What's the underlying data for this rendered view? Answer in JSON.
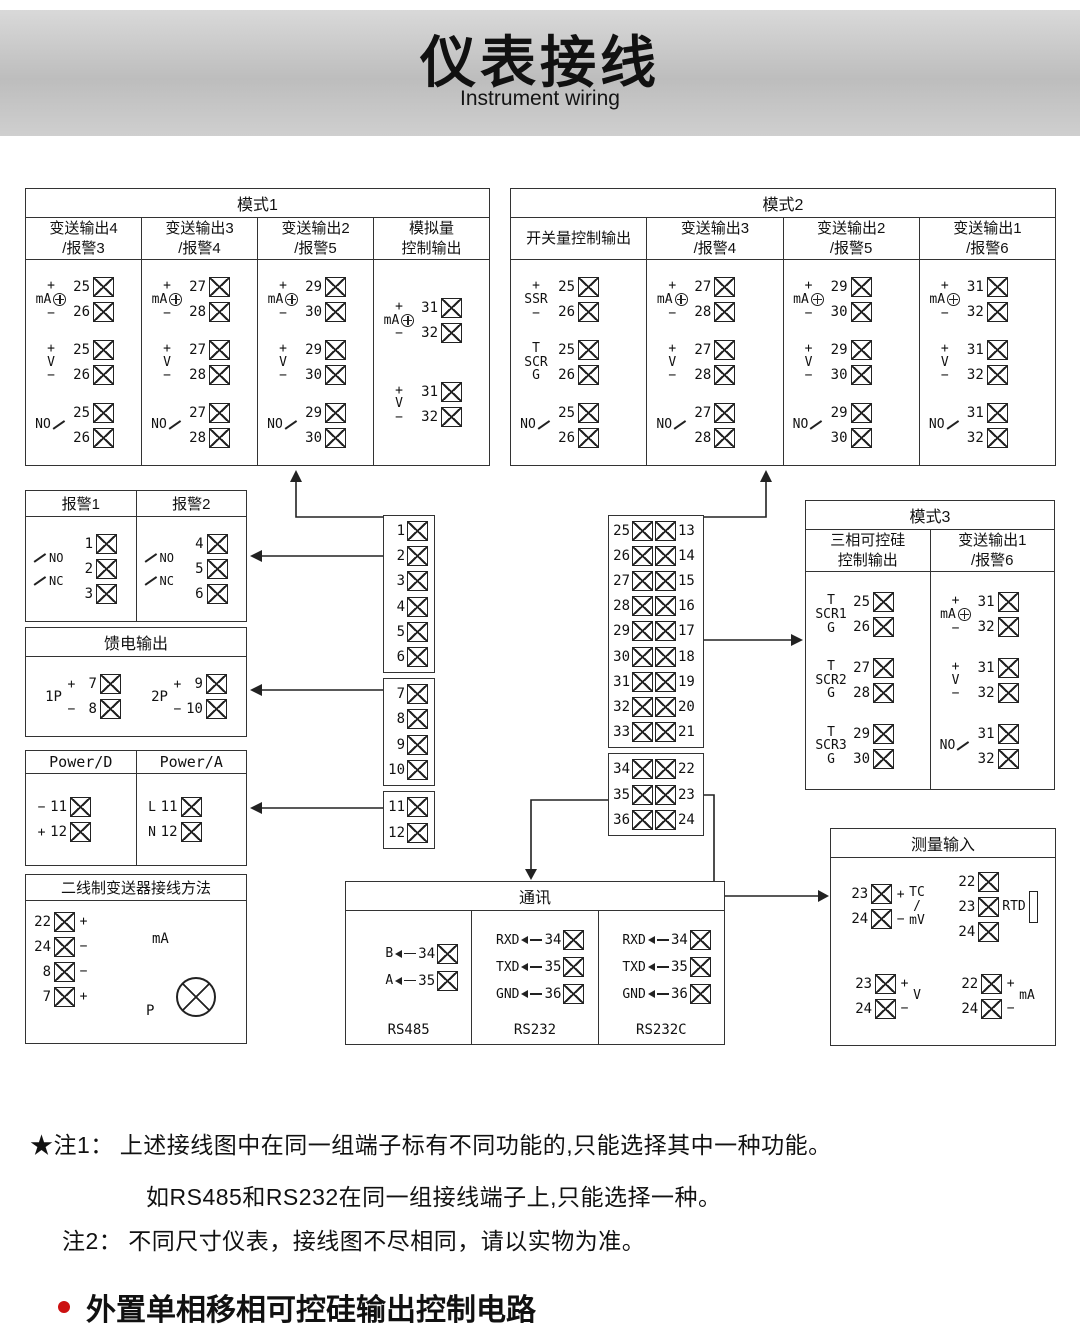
{
  "colors": {
    "bullet": "#cc1111",
    "line": "#222222",
    "header_band": "#bdbdbd"
  },
  "header": {
    "title": "仪表接线",
    "subtitle": "Instrument wiring"
  },
  "mode1": {
    "title": "模式1",
    "columns": [
      {
        "header": [
          "变送输出4",
          "/报警3"
        ],
        "groups": [
          {
            "kind": "source",
            "label": "mA",
            "top": "+",
            "bottom": "−",
            "terms": [
              25,
              26
            ]
          },
          {
            "kind": "volt",
            "label": "V",
            "top": "+",
            "bottom": "−",
            "terms": [
              25,
              26
            ]
          },
          {
            "kind": "relay",
            "label": "NO",
            "terms": [
              25,
              26
            ]
          }
        ]
      },
      {
        "header": [
          "变送输出3",
          "/报警4"
        ],
        "groups": [
          {
            "kind": "source",
            "label": "mA",
            "top": "+",
            "bottom": "−",
            "terms": [
              27,
              28
            ]
          },
          {
            "kind": "volt",
            "label": "V",
            "top": "+",
            "bottom": "−",
            "terms": [
              27,
              28
            ]
          },
          {
            "kind": "relay",
            "label": "NO",
            "terms": [
              27,
              28
            ]
          }
        ]
      },
      {
        "header": [
          "变送输出2",
          "/报警5"
        ],
        "groups": [
          {
            "kind": "source",
            "label": "mA",
            "top": "+",
            "bottom": "−",
            "terms": [
              29,
              30
            ]
          },
          {
            "kind": "volt",
            "label": "V",
            "top": "+",
            "bottom": "−",
            "terms": [
              29,
              30
            ]
          },
          {
            "kind": "relay",
            "label": "NO",
            "terms": [
              29,
              30
            ]
          }
        ]
      },
      {
        "header": [
          "模拟量",
          "控制输出"
        ],
        "groups": [
          {
            "kind": "source",
            "label": "mA",
            "top": "+",
            "bottom": "−",
            "terms": [
              31,
              32
            ]
          },
          {
            "kind": "volt",
            "label": "V",
            "top": "+",
            "bottom": "−",
            "terms": [
              31,
              32
            ]
          }
        ]
      }
    ]
  },
  "mode2": {
    "title": "模式2",
    "columns": [
      {
        "header": [
          "开关量控制输出"
        ],
        "groups": [
          {
            "kind": "volt",
            "label": "SSR",
            "top": "+",
            "bottom": "−",
            "terms": [
              25,
              26
            ]
          },
          {
            "kind": "scr",
            "label": "SCR",
            "top": "T",
            "bottom": "G",
            "terms": [
              25,
              26
            ]
          },
          {
            "kind": "relay",
            "label": "NO",
            "terms": [
              25,
              26
            ]
          }
        ]
      },
      {
        "header": [
          "变送输出3",
          "/报警4"
        ],
        "groups": [
          {
            "kind": "source",
            "label": "mA",
            "top": "+",
            "bottom": "−",
            "terms": [
              27,
              28
            ]
          },
          {
            "kind": "volt",
            "label": "V",
            "top": "+",
            "bottom": "−",
            "terms": [
              27,
              28
            ]
          },
          {
            "kind": "relay",
            "label": "NO",
            "terms": [
              27,
              28
            ]
          }
        ]
      },
      {
        "header": [
          "变送输出2",
          "/报警5"
        ],
        "groups": [
          {
            "kind": "source",
            "label": "mA",
            "top": "+",
            "bottom": "−",
            "terms": [
              29,
              30
            ]
          },
          {
            "kind": "volt",
            "label": "V",
            "top": "+",
            "bottom": "−",
            "terms": [
              29,
              30
            ]
          },
          {
            "kind": "relay",
            "label": "NO",
            "terms": [
              29,
              30
            ]
          }
        ]
      },
      {
        "header": [
          "变送输出1",
          "/报警6"
        ],
        "groups": [
          {
            "kind": "source",
            "label": "mA",
            "top": "+",
            "bottom": "−",
            "terms": [
              31,
              32
            ]
          },
          {
            "kind": "volt",
            "label": "V",
            "top": "+",
            "bottom": "−",
            "terms": [
              31,
              32
            ]
          },
          {
            "kind": "relay",
            "label": "NO",
            "terms": [
              31,
              32
            ]
          }
        ]
      }
    ]
  },
  "mode3": {
    "title": "模式3",
    "columns": [
      {
        "header": [
          "三相可控硅",
          "控制输出"
        ],
        "groups": [
          {
            "kind": "scr",
            "label": "SCR1",
            "top": "T",
            "bottom": "G",
            "terms": [
              25,
              26
            ]
          },
          {
            "kind": "scr",
            "label": "SCR2",
            "top": "T",
            "bottom": "G",
            "terms": [
              27,
              28
            ]
          },
          {
            "kind": "scr",
            "label": "SCR3",
            "top": "T",
            "bottom": "G",
            "terms": [
              29,
              30
            ]
          }
        ]
      },
      {
        "header": [
          "变送输出1",
          "/报警6"
        ],
        "groups": [
          {
            "kind": "source",
            "label": "mA",
            "top": "+",
            "bottom": "−",
            "terms": [
              31,
              32
            ]
          },
          {
            "kind": "volt",
            "label": "V",
            "top": "+",
            "bottom": "−",
            "terms": [
              31,
              32
            ]
          },
          {
            "kind": "relay",
            "label": "NO",
            "terms": [
              31,
              32
            ]
          }
        ]
      }
    ]
  },
  "alarm": {
    "columns": [
      {
        "title": "报警1",
        "labels": [
          "NO",
          "NC"
        ],
        "terms": [
          1,
          2,
          3
        ]
      },
      {
        "title": "报警2",
        "labels": [
          "NO",
          "NC"
        ],
        "terms": [
          4,
          5,
          6
        ]
      }
    ]
  },
  "feed": {
    "title": "馈电输出",
    "groups": [
      {
        "label": "1P",
        "rows": [
          {
            "sign": "+",
            "term": 7
          },
          {
            "sign": "−",
            "term": 8
          }
        ]
      },
      {
        "label": "2P",
        "rows": [
          {
            "sign": "+",
            "term": 9
          },
          {
            "sign": "−",
            "term": 10
          }
        ]
      }
    ]
  },
  "power": {
    "columns": [
      {
        "title": "Power/D",
        "rows": [
          {
            "sign": "−",
            "term": 11
          },
          {
            "sign": "+",
            "term": 12
          }
        ]
      },
      {
        "title": "Power/A",
        "rows": [
          {
            "sign": "L",
            "term": 11
          },
          {
            "sign": "N",
            "term": 12
          }
        ]
      }
    ]
  },
  "twowire": {
    "title": "二线制变送器接线方法",
    "rows": [
      {
        "term": 22,
        "sign": "+"
      },
      {
        "term": 24,
        "sign": "−"
      },
      {
        "term": 8,
        "sign": "−"
      },
      {
        "term": 7,
        "sign": "+"
      }
    ],
    "ma_label": "mA",
    "p_label": "P"
  },
  "strip": {
    "left_blocks": [
      [
        1,
        2,
        3,
        4,
        5,
        6
      ],
      [
        7,
        8,
        9,
        10
      ],
      [
        11,
        12
      ]
    ],
    "right_blocks": [
      {
        "inner": [
          25,
          26,
          27,
          28,
          29,
          30,
          31,
          32,
          33
        ],
        "outer": [
          13,
          14,
          15,
          16,
          17,
          18,
          19,
          20,
          21
        ]
      },
      {
        "inner": [
          34,
          35,
          36
        ],
        "outer": [
          22,
          23,
          24
        ]
      }
    ]
  },
  "measure": {
    "title": "测量输入",
    "groups": [
      {
        "rows": [
          {
            "term": 23,
            "sign": "+"
          },
          {
            "term": 24,
            "sign": "−"
          }
        ],
        "label": [
          "TC",
          "/",
          "mV"
        ],
        "resistor": false
      },
      {
        "rows": [
          {
            "term": 22
          },
          {
            "term": 23
          },
          {
            "term": 24
          }
        ],
        "label": [
          "RTD"
        ],
        "resistor": true
      },
      {
        "rows": [
          {
            "term": 23,
            "sign": "+"
          },
          {
            "term": 24,
            "sign": "−"
          }
        ],
        "label": [
          "V"
        ],
        "resistor": false
      },
      {
        "rows": [
          {
            "term": 22,
            "sign": "+"
          },
          {
            "term": 24,
            "sign": "−"
          }
        ],
        "label": [
          "mA"
        ],
        "resistor": false
      }
    ]
  },
  "comm": {
    "title": "通讯",
    "sections": [
      {
        "name": "RS485",
        "rows": [
          {
            "label": "B",
            "term": 34
          },
          {
            "label": "A",
            "term": 35
          }
        ]
      },
      {
        "name": "RS232",
        "rows": [
          {
            "label": "RXD",
            "term": 34
          },
          {
            "label": "TXD",
            "term": 35
          },
          {
            "label": "GND",
            "term": 36
          }
        ]
      },
      {
        "name": "RS232C",
        "rows": [
          {
            "label": "RXD",
            "term": 34
          },
          {
            "label": "TXD",
            "term": 35
          },
          {
            "label": "GND",
            "term": 36
          }
        ]
      }
    ]
  },
  "notes": {
    "note1_label": "★注1：",
    "note1_text": "上述接线图中在同一组端子标有不同功能的,只能选择其中一种功能。",
    "note1_cont": "如RS485和RS232在同一组接线端子上,只能选择一种。",
    "note2_label": "注2：",
    "note2_text": "不同尺寸仪表，接线图不尽相同，请以实物为准。",
    "bullet_text": "外置单相移相可控硅输出控制电路"
  }
}
